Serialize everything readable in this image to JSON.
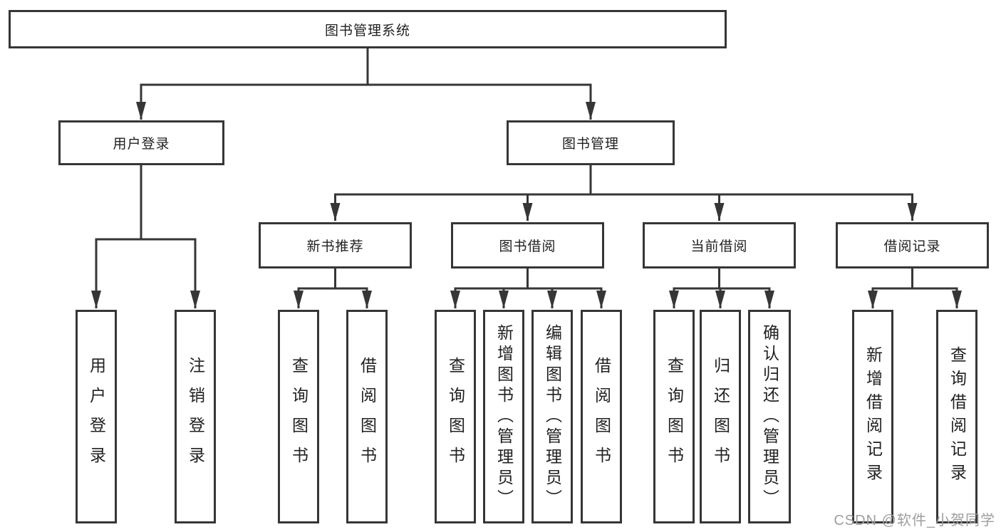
{
  "tree": {
    "label": "图书管理系统",
    "children": [
      {
        "label": "用户登录",
        "children": [
          {
            "label": "用户登录"
          },
          {
            "label": "注销登录"
          }
        ]
      },
      {
        "label": "图书管理",
        "children": [
          {
            "label": "新书推荐",
            "children": [
              {
                "label": "查询图书"
              },
              {
                "label": "借阅图书"
              }
            ]
          },
          {
            "label": "图书借阅",
            "children": [
              {
                "label": "查询图书"
              },
              {
                "label": "新增图书（管理员）"
              },
              {
                "label": "编辑图书（管理员）"
              },
              {
                "label": "借阅图书"
              }
            ]
          },
          {
            "label": "当前借阅",
            "children": [
              {
                "label": "查询图书"
              },
              {
                "label": "归还图书"
              },
              {
                "label": "确认归还（管理员）"
              }
            ]
          },
          {
            "label": "借阅记录",
            "children": [
              {
                "label": "新增借阅记录"
              },
              {
                "label": "查询借阅记录"
              }
            ]
          }
        ]
      }
    ]
  },
  "watermark": {
    "text": "CSDN @软件_小贺同学"
  },
  "colors": {
    "line": "#363636",
    "box_border": "#363636",
    "text": "#212121",
    "watermark": "#9e9e9e",
    "background": "#ffffff"
  }
}
